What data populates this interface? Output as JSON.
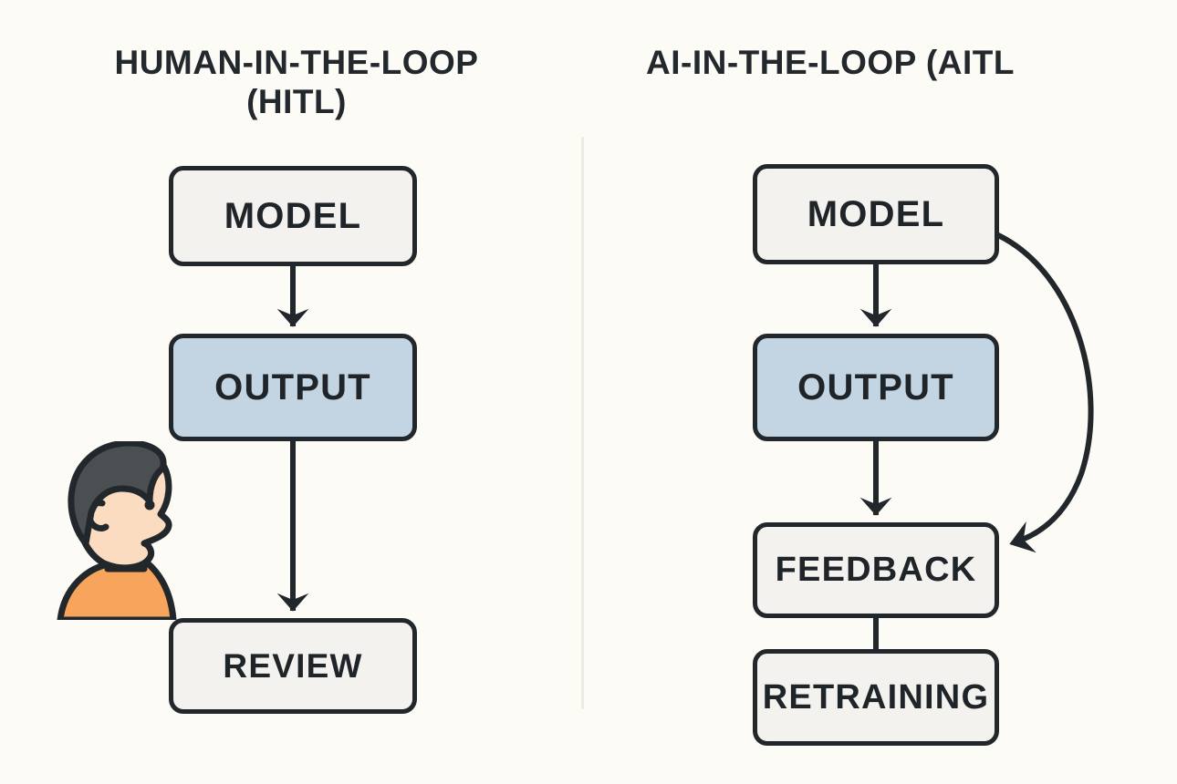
{
  "diagram": {
    "background_color": "#FCFBF6",
    "ink_color": "#22272C",
    "accent_color": "#C3D5E3",
    "box_fill_color": "#F3F2EE",
    "panels": [
      {
        "id": "hitl",
        "title": "HUMAN-IN-THE-LOOP",
        "title_line2": "(HITL)",
        "nodes": [
          {
            "id": "model",
            "label": "MODEL",
            "style": "plain"
          },
          {
            "id": "output",
            "label": "OUTPUT",
            "style": "accent"
          },
          {
            "id": "review",
            "label": "REVIEW",
            "style": "plain"
          }
        ],
        "connectors": [
          {
            "from": "model",
            "to": "output",
            "type": "arrow-down"
          },
          {
            "from": "output",
            "to": "review",
            "type": "arrow-down"
          }
        ],
        "illustration": {
          "name": "person-profile",
          "hair_color": "#4A4F52",
          "skin_color": "#FBDCC0",
          "shirt_color": "#F7A55C"
        }
      },
      {
        "id": "aitl",
        "title": "AI-IN-THE-LOOP (AITL",
        "title_line2": "",
        "nodes": [
          {
            "id": "model",
            "label": "MODEL",
            "style": "plain"
          },
          {
            "id": "output",
            "label": "OUTPUT",
            "style": "accent"
          },
          {
            "id": "feedback",
            "label": "FEEDBACK",
            "style": "plain"
          },
          {
            "id": "retraining",
            "label": "RETRAINING",
            "style": "plain"
          }
        ],
        "connectors": [
          {
            "from": "model",
            "to": "output",
            "type": "arrow-down"
          },
          {
            "from": "output",
            "to": "feedback",
            "type": "arrow-down"
          },
          {
            "from": "feedback",
            "to": "retraining",
            "type": "line"
          },
          {
            "from": "model",
            "to": "feedback",
            "type": "curved-arrow"
          }
        ]
      }
    ]
  }
}
